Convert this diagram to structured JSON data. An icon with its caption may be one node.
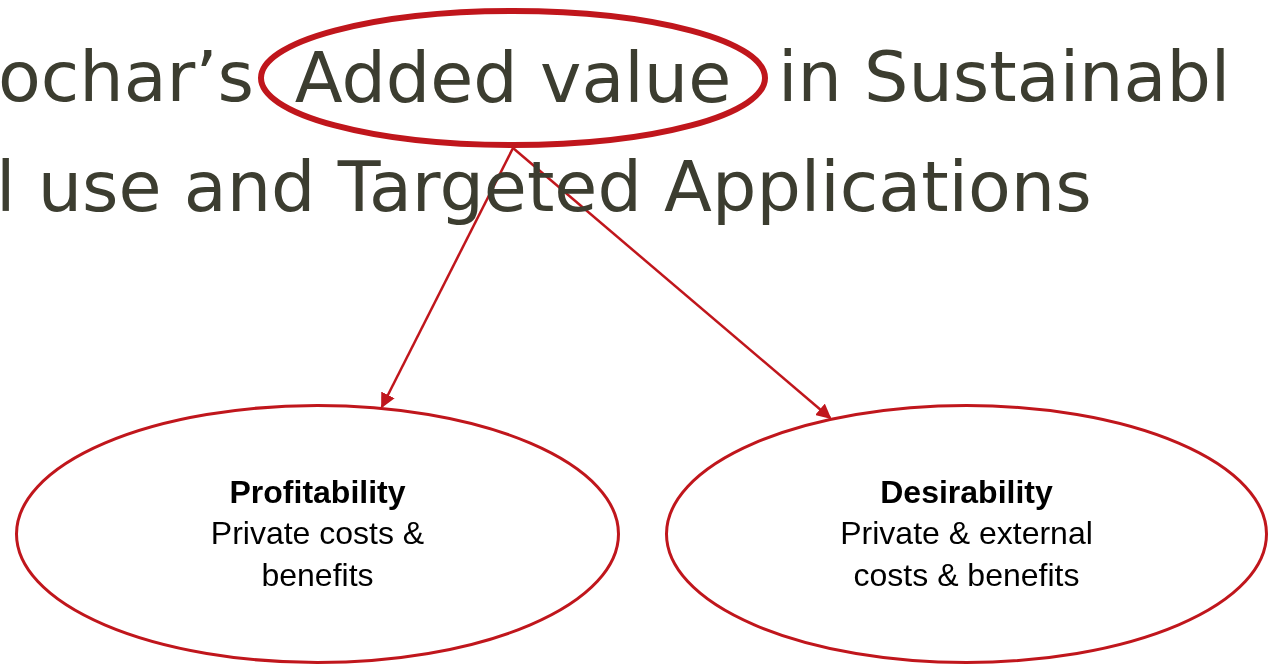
{
  "diagram": {
    "nodes": [
      {
        "text": [
          "Added value"
        ]
      },
      {
        "text": [
          "Profitability",
          "Private costs & benefits"
        ]
      },
      {
        "text": [
          "Desirability",
          "Private & external costs & benefits"
        ]
      }
    ],
    "edges": [
      {
        "from": 0,
        "to": 1,
        "arrow": "to"
      },
      {
        "from": 0,
        "to": 2,
        "arrow": "to"
      }
    ],
    "labels": [
      "ochar’s",
      "in Sustainabl",
      "l use and Targeted Applications"
    ]
  }
}
